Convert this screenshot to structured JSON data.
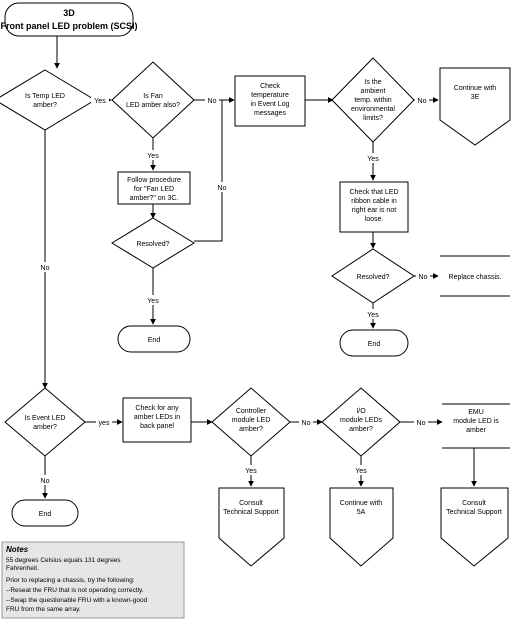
{
  "title": {
    "line1": "3D",
    "line2": "Front panel LED problem  (SCSI)"
  },
  "nodes": {
    "temp_led": [
      "Is Temp LED",
      "amber?"
    ],
    "fan_led": [
      "Is Fan",
      "LED amber also?"
    ],
    "check_temp": [
      "Check",
      "temperature",
      "in Event Log",
      "messages"
    ],
    "ambient": [
      "Is the",
      "ambient",
      "temp. within",
      "environmental",
      "limits?"
    ],
    "continue_3e": [
      "Continue with",
      "3E"
    ],
    "fan_proc": [
      "Follow procedure",
      "for \"Fan LED",
      "amber?\" on 3C."
    ],
    "resolved1": [
      "Resolved?"
    ],
    "end1": [
      "End"
    ],
    "ribbon": [
      "Check that LED",
      "ribbon cable in",
      "right ear is not",
      "loose."
    ],
    "resolved2": [
      "Resolved?"
    ],
    "replace_chassis": [
      "Replace chassis."
    ],
    "end2": [
      "End"
    ],
    "event_led": [
      "Is Event LED",
      "amber?"
    ],
    "check_backpanel": [
      "Check for any",
      "amber LEDs in",
      "back panel"
    ],
    "controller": [
      "Controller",
      "module LED",
      "amber?"
    ],
    "io_module": [
      "I/O",
      "module LEDs",
      "amber?"
    ],
    "emu": [
      "EMU",
      "module LED is",
      "amber"
    ],
    "consult1": [
      "Consult",
      "Technical Support"
    ],
    "continue_5a": [
      "Continue with",
      "5A"
    ],
    "consult2": [
      "Consult",
      "Technical Support"
    ],
    "end3": [
      "End"
    ]
  },
  "labels": {
    "yes": "Yes",
    "no": "No",
    "yes_lower": "yes",
    "no_dash": "No"
  },
  "notes": {
    "heading": "Notes",
    "lines": [
      "55 degrees Celsius equals 131 degrees",
      "Fahrenheit.",
      "Prior to replacing a chassis, try the following:",
      "--Reseat the FRU that is not operating correctly.",
      "--Swap the questionable FRU with a known-good",
      "FRU from the same array."
    ]
  }
}
